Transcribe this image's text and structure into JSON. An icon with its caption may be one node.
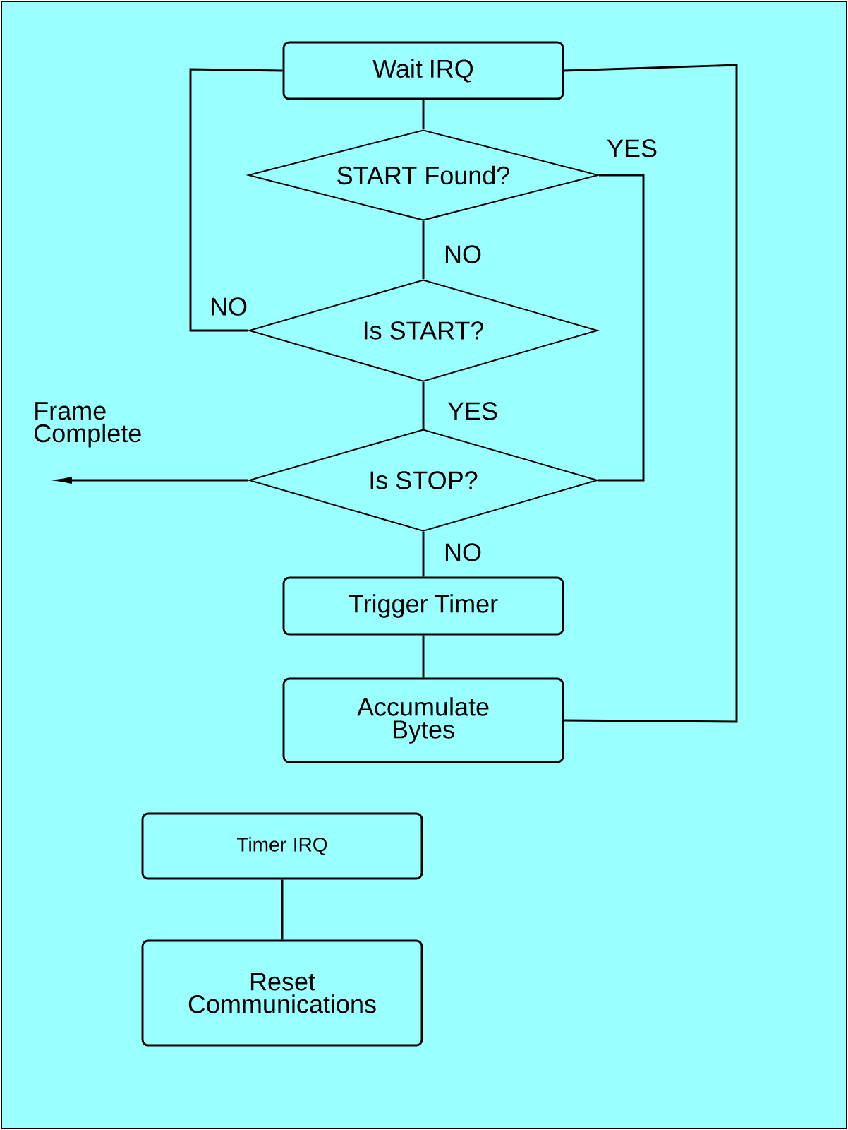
{
  "diagram": {
    "nodes": [
      {
        "text": [
          "Wait IRQ"
        ]
      },
      {
        "text": [
          "START Found?"
        ]
      },
      {
        "text": [
          "Is START?"
        ]
      },
      {
        "text": [
          "Is STOP?"
        ]
      },
      {
        "text": [
          "Trigger Timer"
        ]
      },
      {
        "text": [
          "Accumulate Bytes"
        ]
      },
      {
        "text": [
          "Timer IRQ"
        ]
      },
      {
        "text": [
          "Reset Communications"
        ]
      }
    ],
    "edges": [
      {
        "from": 0,
        "to": 1,
        "arrow": "none"
      },
      {
        "from": 1,
        "to": 2,
        "arrow": "none",
        "label": "NO"
      },
      {
        "from": 2,
        "to": 0,
        "arrow": "none",
        "label": "NO"
      },
      {
        "from": 2,
        "to": 3,
        "arrow": "none",
        "label": "YES"
      },
      {
        "from": 1,
        "to": 3,
        "arrow": "none",
        "label": "YES"
      },
      {
        "from": 3,
        "to": 4,
        "arrow": "none",
        "label": "NO"
      },
      {
        "from": 4,
        "to": 5,
        "arrow": "none"
      },
      {
        "from": 5,
        "to": 0,
        "arrow": "none"
      },
      {
        "from": 3,
        "to": null,
        "arrow": "to",
        "label": "Frame Complete"
      },
      {
        "from": 6,
        "to": 7,
        "arrow": "none"
      }
    ]
  }
}
